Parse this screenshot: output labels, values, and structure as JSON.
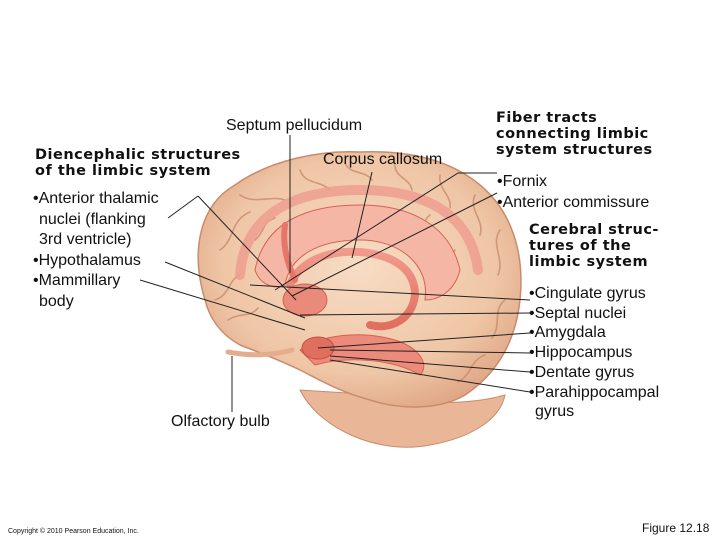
{
  "labels": {
    "septum_pellucidum": "Septum pellucidum",
    "corpus_callosum": "Corpus callosum",
    "olfactory_bulb": "Olfactory bulb"
  },
  "diencephalic": {
    "heading_line1": "Diencephalic structures",
    "heading_line2": "of the limbic system",
    "items": [
      "•Anterior thalamic",
      " nuclei (flanking",
      " 3rd ventricle)",
      "•Hypothalamus",
      "•Mammillary",
      " body"
    ]
  },
  "fiber_tracts": {
    "heading_line1": "Fiber tracts",
    "heading_line2": "connecting limbic",
    "heading_line3": "system structures",
    "items": [
      "•Fornix",
      "•Anterior commissure"
    ]
  },
  "cerebral": {
    "heading_line1": "Cerebral struc-",
    "heading_line2": "tures of the",
    "heading_line3": "limbic system",
    "items": [
      "•Cingulate gyrus",
      "•Septal nuclei",
      "•Amygdala",
      "•Hippocampus",
      "•Dentate gyrus",
      "•Parahippocampal",
      " gyrus"
    ]
  },
  "footer": {
    "copyright": "Copyright © 2010 Pearson Education, Inc.",
    "figure": "Figure 12.18"
  },
  "colors": {
    "brain_fill": "#f2cdb0",
    "brain_shade": "#e4ad8e",
    "sulcus": "#c98b6c",
    "limbic": "#ec8a7c",
    "limbic_dark": "#d8614f",
    "leader": "#222222"
  }
}
